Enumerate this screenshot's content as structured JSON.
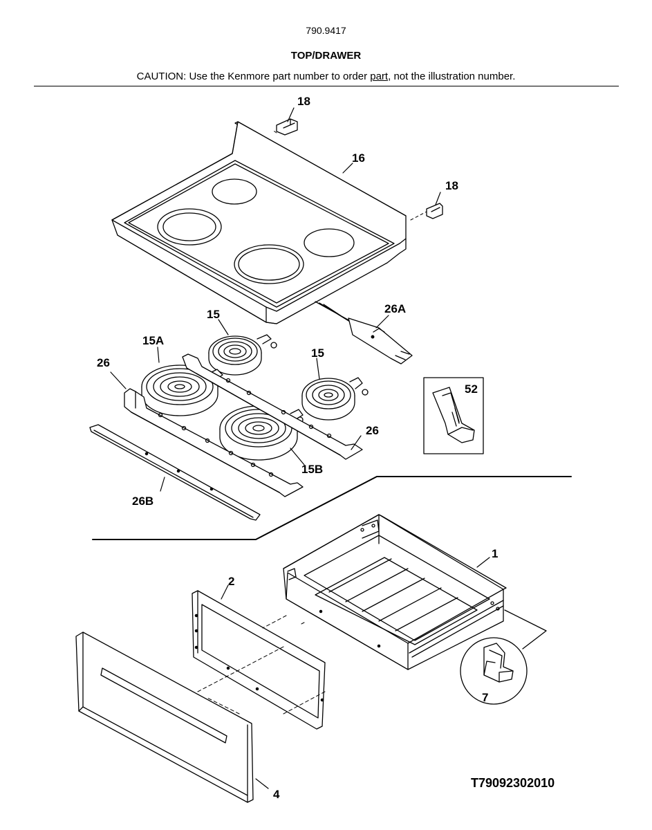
{
  "header": {
    "model_number": "790.9417",
    "title": "TOP/DRAWER",
    "caution_prefix": "CAUTION: Use the Kenmore part number to order ",
    "caution_link": "part",
    "caution_suffix": ", not the illustration number."
  },
  "callouts": {
    "c18a": "18",
    "c16": "16",
    "c18b": "18",
    "c26a": "26A",
    "c15a_top": "15",
    "c15a_label": "15A",
    "c26_left": "26",
    "c15_right": "15",
    "c52": "52",
    "c26_right": "26",
    "c15b": "15B",
    "c26b": "26B",
    "c1": "1",
    "c2": "2",
    "c7": "7",
    "c4": "4"
  },
  "diagram_code": "T79092302010"
}
